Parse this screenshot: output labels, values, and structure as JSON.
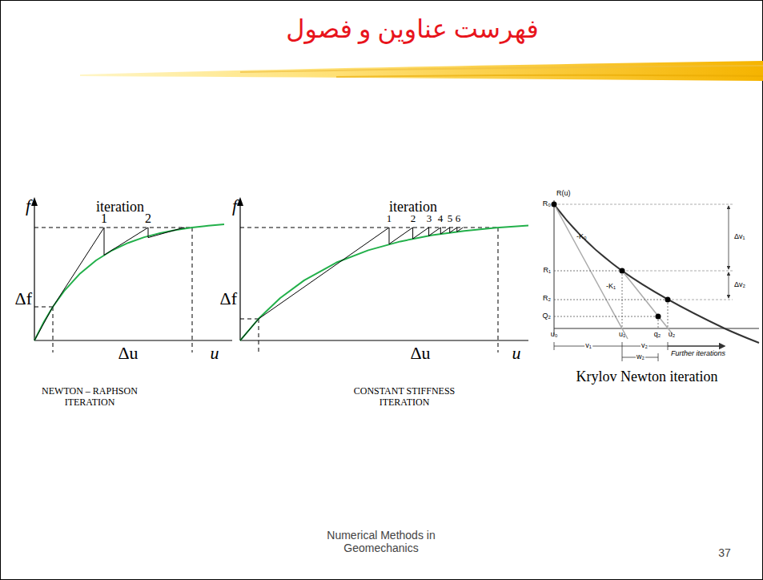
{
  "diagram": {
    "title": "فهرست عناوین و فصول",
    "labels": [
      "iteration",
      "1",
      "2",
      "f",
      "Δf",
      "Δu",
      "u",
      "NEWTON – RAPHSON ITERATION",
      "iteration",
      "1",
      "2",
      "3",
      "4",
      "5",
      "6",
      "f",
      "Δf",
      "Δu",
      "u",
      "CONSTANT STIFFNESS ITERATION",
      "R(u)",
      "R₀",
      "R₁",
      "R₂",
      "Q₂",
      "-K₀",
      "-K₁",
      "Δv₁",
      "Δv₂",
      "u₀",
      "u₁",
      "q₂",
      "u₂",
      "v₁",
      "v₂",
      "w₂",
      "Further iterations",
      "Krylov Newton iteration",
      "Numerical Methods in Geomechanics",
      "37"
    ]
  }
}
